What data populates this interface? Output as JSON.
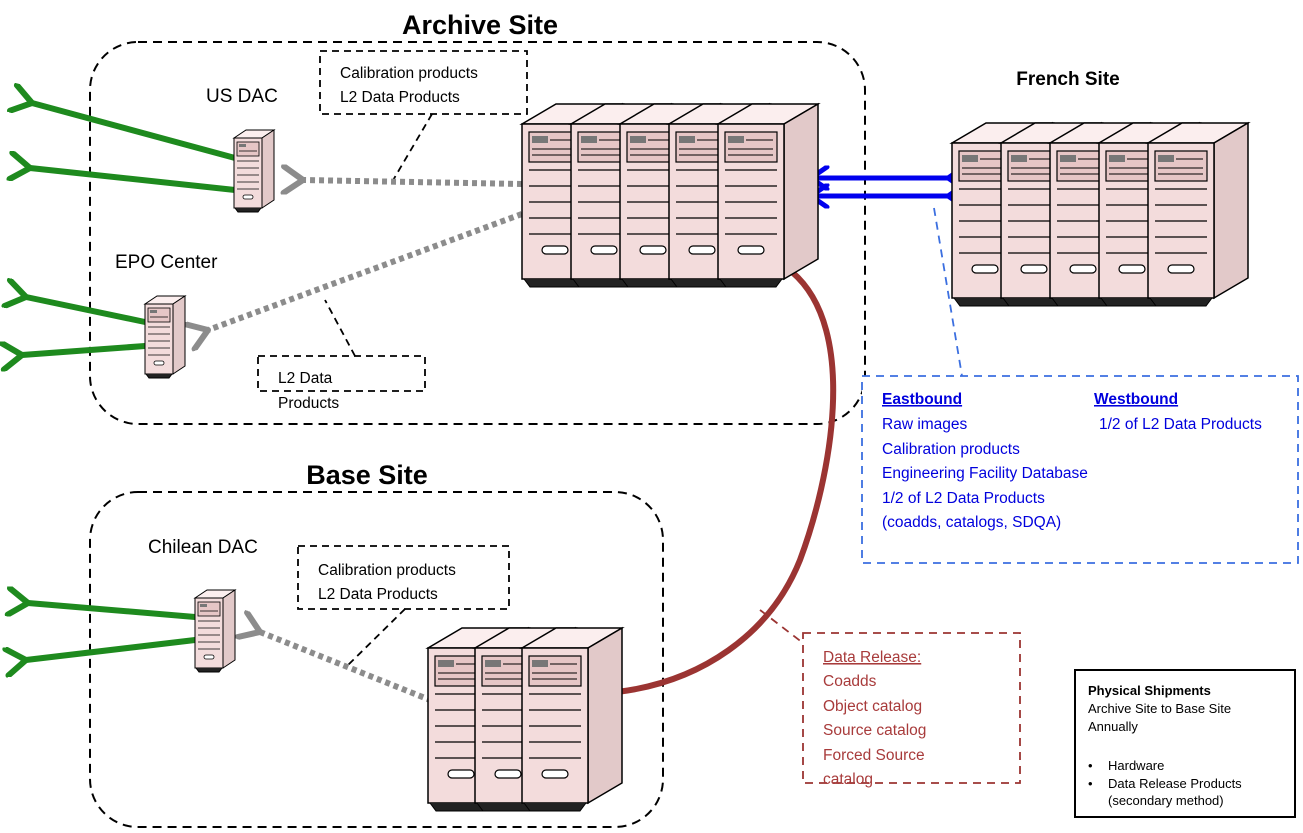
{
  "sites": {
    "archive_title": "Archive Site",
    "base_title": "Base Site",
    "french_title": "French Site"
  },
  "nodes": {
    "us_dac": "US DAC",
    "epo_center": "EPO Center",
    "chilean_dac": "Chilean DAC"
  },
  "callouts": {
    "us_dac_line1": "Calibration products",
    "us_dac_line2": "L2 Data Products",
    "epo_line1": "L2 Data",
    "epo_line2": "Products",
    "chile_line1": "Calibration products",
    "chile_line2": "L2 Data Products"
  },
  "french_transfer": {
    "eastbound_heading": "Eastbound",
    "eastbound_items": [
      "Raw images",
      "Calibration products",
      "Engineering Facility Database",
      "1/2 of L2 Data Products",
      "(coadds, catalogs, SDQA)"
    ],
    "westbound_heading": "Westbound",
    "westbound_items": [
      "1/2 of L2 Data Products"
    ]
  },
  "data_release": {
    "heading": "Data Release:",
    "items": [
      "Coadds",
      "Object catalog",
      "Source catalog",
      "Forced Source",
      "catalog"
    ]
  },
  "shipments": {
    "title": "Physical Shipments",
    "line1": "Archive Site to Base Site",
    "line2": "Annually",
    "bullets": [
      "Hardware",
      "Data Release Products"
    ],
    "bullet_note": "(secondary method)"
  },
  "colors": {
    "green": "#1e8a1e",
    "blue": "#0000ee",
    "red": "#9b3432",
    "gray": "#8c8c8c",
    "server_fill": "#f1dcdc"
  }
}
